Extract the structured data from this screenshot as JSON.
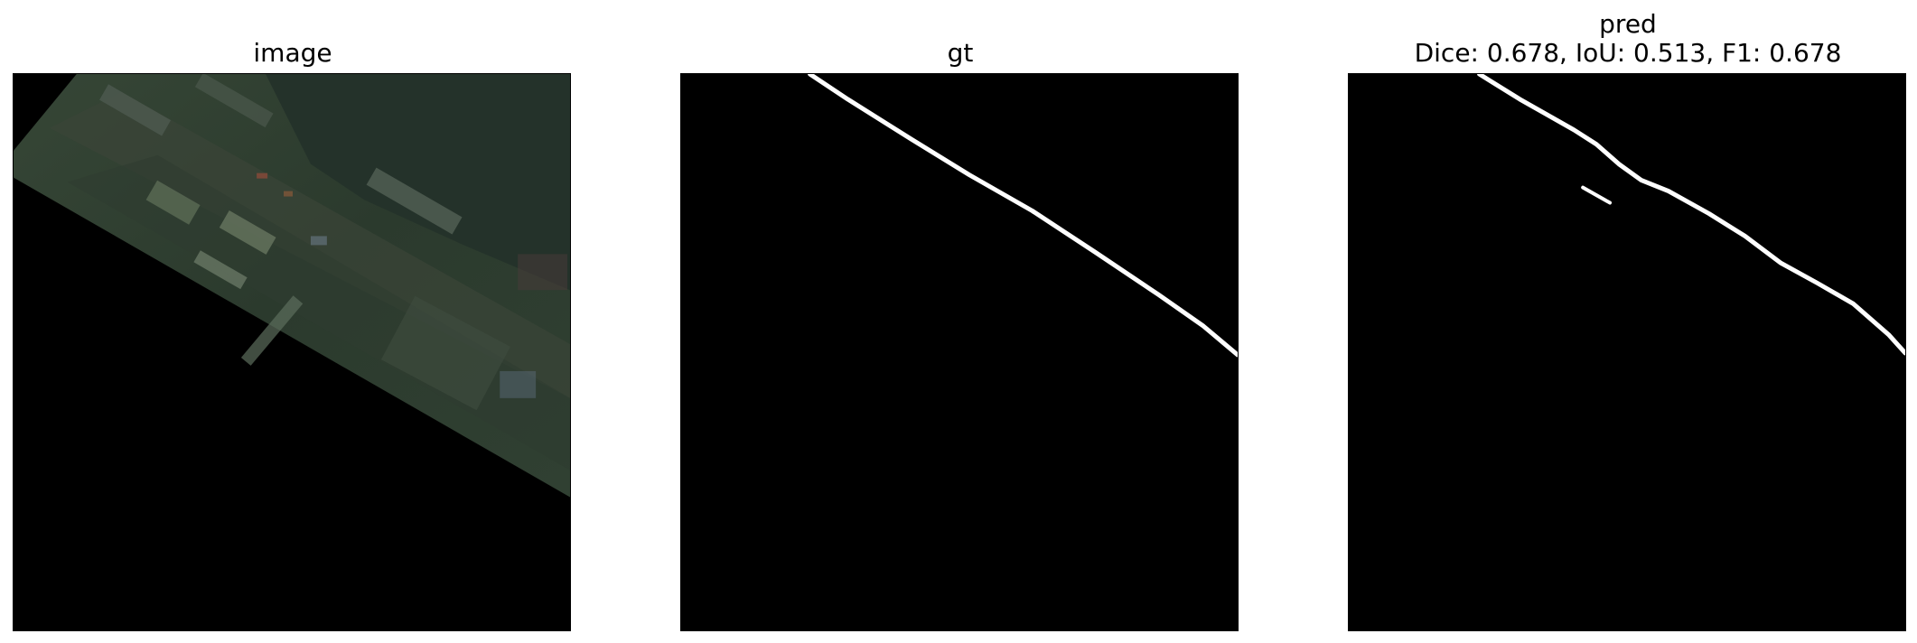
{
  "panels": {
    "image": {
      "title": "image"
    },
    "gt": {
      "title": "gt"
    },
    "pred": {
      "title": "pred",
      "metrics": "Dice: 0.678, IoU: 0.513, F1: 0.678"
    }
  },
  "colors": {
    "background": "#ffffff",
    "mask_background": "#000000",
    "mask_foreground": "#ffffff",
    "image_tint": "#2a3a2c"
  }
}
